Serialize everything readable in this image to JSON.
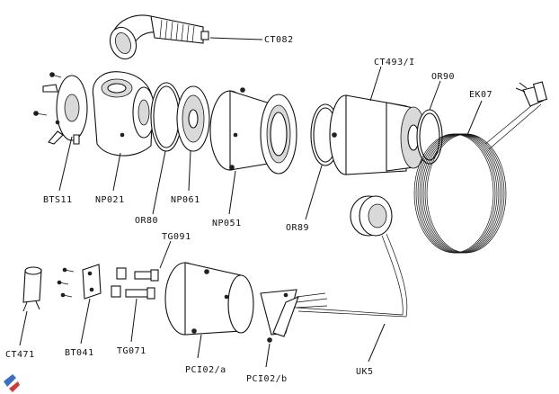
{
  "diagram": {
    "labels": {
      "ct082": "CT082",
      "ct493": "CT493/I",
      "or90": "OR90",
      "ek07": "EK07",
      "bts11": "BTS11",
      "np021": "NP021",
      "np061": "NP061",
      "np051": "NP051",
      "or80": "OR80",
      "or89": "OR89",
      "tg091": "TG091",
      "uk5": "UK5",
      "ct471": "CT471",
      "bt041": "BT041",
      "tg071": "TG071",
      "pci02a": "PCI02/a",
      "pci02b": "PCI02/b"
    }
  }
}
